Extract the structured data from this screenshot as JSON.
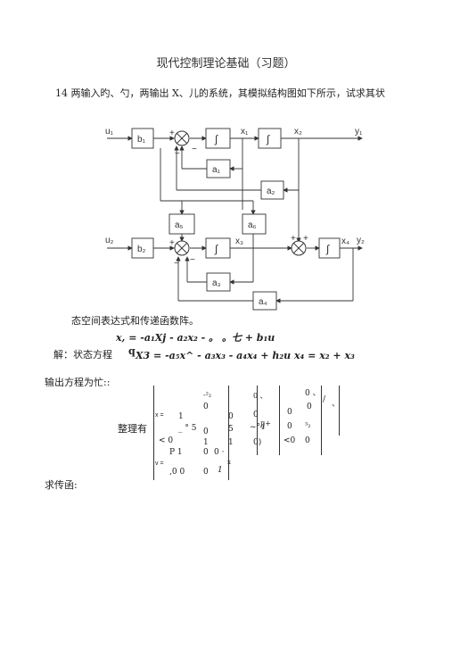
{
  "title": "现代控制理论基础（习题）",
  "problem": "14 两输入旳、勺，两输出 X、儿的系统，其模拟结构图如下所示，试求其状",
  "diagram": {
    "inputs": [
      "u₁",
      "u₂"
    ],
    "outputs": [
      "y₁",
      "y₂"
    ],
    "gain_blocks": [
      "b₁",
      "a₁",
      "a₂",
      "a₅",
      "a₆",
      "b₂",
      "a₃",
      "a₄"
    ],
    "integrator": "∫",
    "states": [
      "x₁",
      "x₂",
      "x₃",
      "x₄"
    ],
    "signs": [
      "+",
      "−",
      "−",
      "+",
      "−",
      "−",
      "+",
      "+"
    ]
  },
  "text_lines": {
    "state_space_line": "态空间表达式和传递函数阵。",
    "eq_x1": "x, = -a₁Xj - a₂x₂ - 。 。七 + b₁u",
    "solution_label": "解：状态方程",
    "eq_x3_prefix": "q",
    "eq_x3": "X3 = -a₅x^ - a₃x₃ - a₄x₄ + h₂u x₄ = x₂ + x₃",
    "output_eq": "输出方程为忙::",
    "arranged": "整理有",
    "solve_tf": "求传函:"
  },
  "matrices": {
    "x_label": "x =",
    "y_label": "v =",
    "pi_plus": "π+",
    "A_cells": [
      "-²₂",
      "0 、",
      "0",
      "1",
      "0",
      "0",
      "_ ° 5",
      "0",
      "5",
      "~°4",
      "< 0",
      "1",
      "1",
      "0)"
    ],
    "B_cells": [
      "0 、",
      "0",
      "0",
      "0",
      "³₂",
      "<0",
      "0"
    ],
    "B_extra": [
      "/",
      "、"
    ],
    "C_cells": [
      "P 1",
      "0",
      "0 ·",
      "x",
      ",0 0",
      "0",
      "1"
    ]
  }
}
